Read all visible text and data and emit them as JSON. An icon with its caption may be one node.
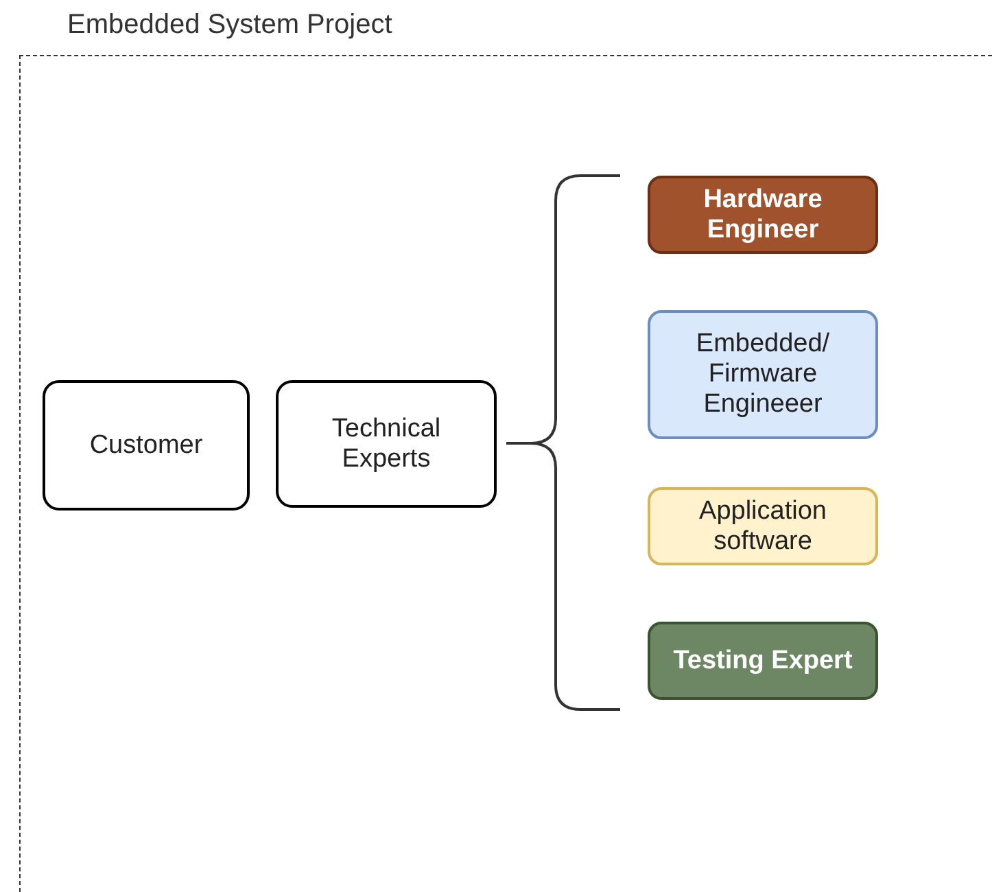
{
  "diagram": {
    "nodes": [
      {
        "text": [
          "Embedded System Project"
        ]
      },
      {
        "text": [
          "Customer"
        ],
        "in": 0
      },
      {
        "text": [
          "Technical Experts"
        ],
        "in": 0
      },
      {
        "text": [
          "Hardware Engineer"
        ],
        "in": 0
      },
      {
        "text": [
          "Embedded/ Firmware Engineeer"
        ],
        "in": 0
      },
      {
        "text": [
          "Application software"
        ],
        "in": 0
      },
      {
        "text": [
          "Testing Expert"
        ],
        "in": 0
      }
    ]
  }
}
